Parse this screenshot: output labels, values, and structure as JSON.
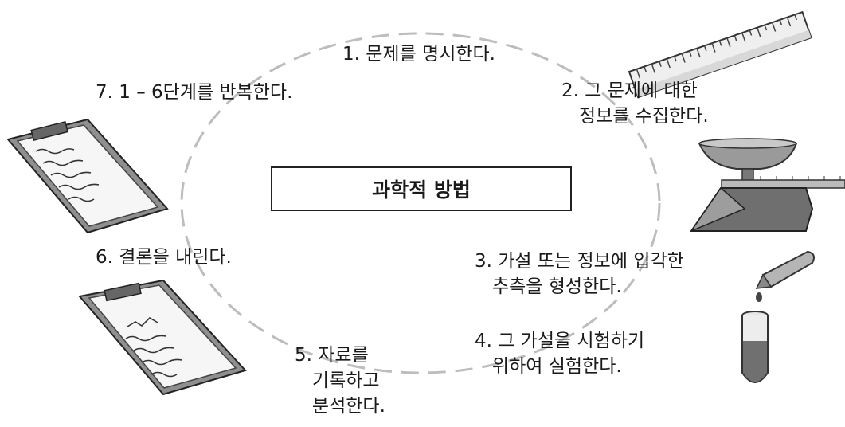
{
  "title": "과학적 방법",
  "steps": [
    {
      "id": "step-1",
      "text": "1. 문제를 명시한다."
    },
    {
      "id": "step-2",
      "text": "2. 그 문제에 대한\n   정보를 수집한다."
    },
    {
      "id": "step-3",
      "text": "3. 가설 또는 정보에 입각한\n   추측을 형성한다."
    },
    {
      "id": "step-4",
      "text": "4. 그 가설을 시험하기\n   위하여 실험한다."
    },
    {
      "id": "step-5",
      "text": "5. 자료를\n   기록하고\n   분석한다."
    },
    {
      "id": "step-6",
      "text": "6. 결론을 내린다."
    },
    {
      "id": "step-7",
      "text": "7. 1 – 6단계를 반복한다."
    }
  ],
  "illustrations": [
    "ruler-icon",
    "balance-scale-icon",
    "dropper-icon",
    "test-tube-icon",
    "clipboard-notes-icon",
    "clipboard-graph-icon"
  ]
}
